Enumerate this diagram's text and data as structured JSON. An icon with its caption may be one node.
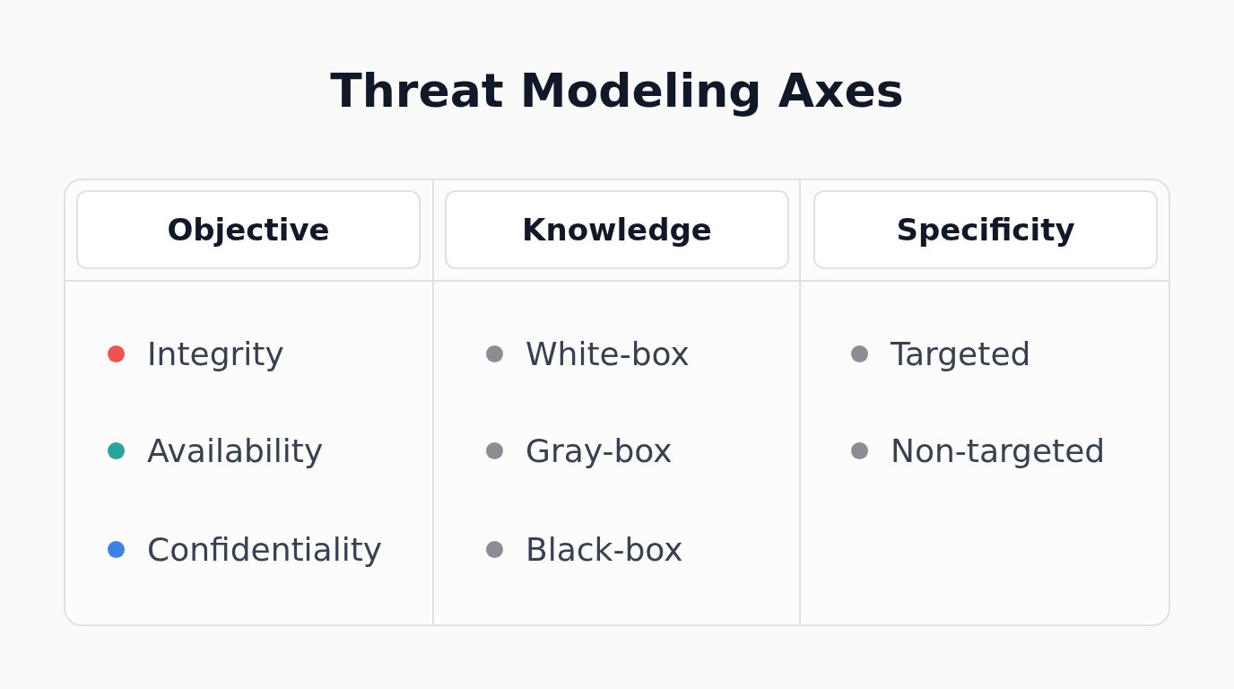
{
  "diagram": {
    "title": "Threat Modeling Axes",
    "nodes": [
      {
        "text": [
          "Objective"
        ]
      },
      {
        "text": [
          "Knowledge"
        ]
      },
      {
        "text": [
          "Specificity"
        ]
      }
    ],
    "labels": [
      "Integrity",
      "White-box",
      "Targeted",
      "Availability",
      "Gray-box",
      "Non-targeted",
      "Confidentiality",
      "Black-box"
    ]
  }
}
